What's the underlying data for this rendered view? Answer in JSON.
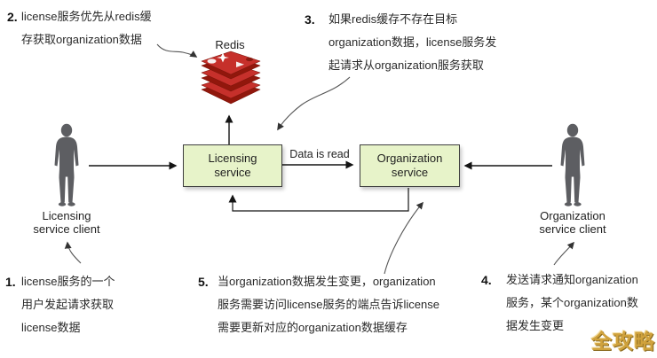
{
  "colors": {
    "box_fill": "#e7f3c9",
    "box_border": "#3f3f3f",
    "person": "#5d5e62",
    "redis_red": "#c6302b",
    "redis_dark": "#91170c",
    "arrow": "#141414",
    "text": "#2a2a2a",
    "watermark_gold": "#d0a23d",
    "bg": "#ffffff"
  },
  "nodes": {
    "redis_label": "Redis",
    "licensing_service": {
      "line1": "Licensing",
      "line2": "service"
    },
    "organization_service": {
      "line1": "Organization",
      "line2": "service"
    },
    "licensing_client": {
      "line1": "Licensing",
      "line2": "service client"
    },
    "organization_client": {
      "line1": "Organization",
      "line2": "service client"
    }
  },
  "edge_labels": {
    "data_is_read": "Data is read"
  },
  "annotations": {
    "step1": {
      "num": "1.",
      "lines": [
        "license服务的一个",
        "用户发起请求获取",
        "license数据"
      ]
    },
    "step2": {
      "num": "2.",
      "lines": [
        "license服务优先从redis缓",
        "存获取organization数据"
      ]
    },
    "step3": {
      "num": "3.",
      "lines": [
        "如果redis缓存不存在目标",
        "organization数据，license服务发",
        "起请求从organization服务获取"
      ]
    },
    "step4": {
      "num": "4.",
      "lines": [
        "发送请求通知organization",
        "服务，某个organization数",
        "据发生变更"
      ]
    },
    "step5": {
      "num": "5.",
      "lines": [
        "当organization数据发生变更，organization",
        "服务需要访问license服务的端点告诉license",
        "需要更新对应的organization数据缓存"
      ]
    }
  },
  "watermark": "全攻略"
}
